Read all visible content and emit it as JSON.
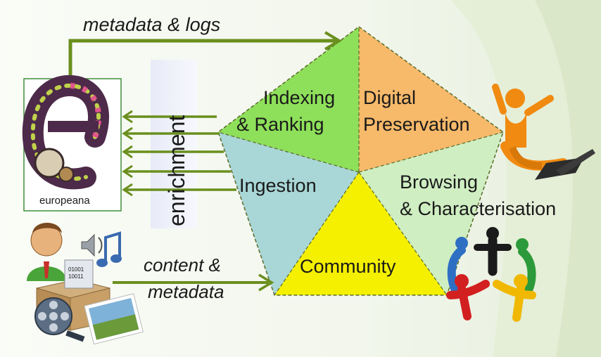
{
  "top_arrow_label": "metadata  & logs",
  "enrichment_label": "enrichment",
  "europeana_label": "europeana",
  "bottom_arrow_label_line1": "content &",
  "bottom_arrow_label_line2": "metadata",
  "segments": {
    "indexing": [
      "Indexing",
      "& Ranking"
    ],
    "preservation": [
      "Digital",
      "Preservation"
    ],
    "ingestion": [
      "Ingestion"
    ],
    "browsing": [
      "Browsing",
      "& Characterisation"
    ],
    "community": [
      "Community"
    ]
  },
  "file_icon_text": [
    "01001",
    "10011"
  ],
  "colors": {
    "arrow_green": "#6a8f1e",
    "indexing_fill": "#8ee05a",
    "preservation_fill": "#f7b96a",
    "ingestion_fill": "#a9d6d6",
    "browsing_fill": "#cfeec2",
    "community_fill": "#f5f000",
    "outline": "#5a6b2a"
  }
}
